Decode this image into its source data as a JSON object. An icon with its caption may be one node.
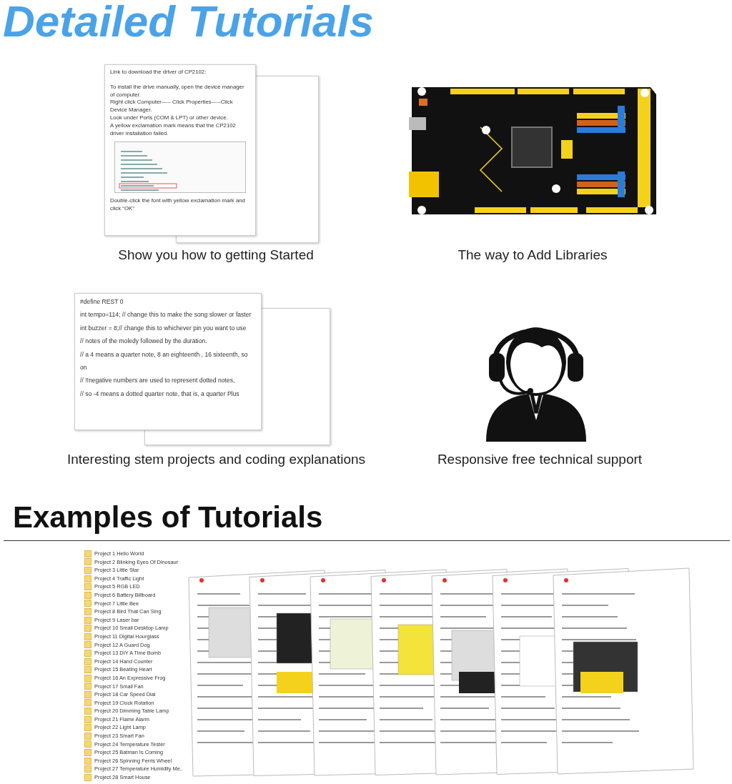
{
  "diagram": {
    "title": "Detailed Tutorials",
    "nodes": [
      {
        "text": [
          "Link to download the driver of CP2102:",
          "To install the drive manually, open the device manager of computer.",
          "Right click Computer----- Click Properties-----Click Device Manager.",
          "Look under Ports (COM & LPT) or other device.",
          "A yellow exclamation mark means that the CP2102 driver installation failed.",
          "Double-click the font with yellow exclamation mark and click “OK”"
        ]
      },
      {
        "text": [
          "#define REST 0",
          "int tempo=114; // change this to make the song slower or faster",
          "int buzzer = 8;// change this to whichever pin you want to use",
          "// notes of the moledy followed by the duration.",
          "// a 4 means a quarter note, 8 an eighteenth , 16 sixteenth, so on",
          "// !!negative numbers are used to represent dotted notes,",
          "// so -4 means a dotted quarter note, that is, a quarter Plus"
        ]
      },
      {
        "text": [
          "Project 1 Hello World",
          "Project 2 Blinking Eyes Of Dinosaur",
          "Project 3 Little Star",
          "Project 4 Traffic Light",
          "Project 5 RGB LED",
          "Project 6 Battery Billboard",
          "Project 7 Little Bee",
          "Project 8 Bird That Can Sing",
          "Project 9 Laser bar",
          "Project 10 Small Desktop Lamp",
          "Project 11 Digital Hourglass",
          "Project 12 A Guard Dog",
          "Project 13 DIY A Time Bomb",
          "Project 14 Hand Counter",
          "Project 15 Beating Heart",
          "Project 16 An Expressive Frog",
          "Project 17 Small Fan",
          "Project 18 Car Speed Dial",
          "Project 19 Clock Rotation",
          "Project 20 Dimming Table Lamp",
          "Project 21 Flame Alarm",
          "Project 22 Light Lamp",
          "Project 23 Smart Fan",
          "Project 24 Temperature Tester",
          "Project 25 Batman Is Coming",
          "Project 26 Spinning Ferris Wheel",
          "Project 27 Temperature Humidity Me..",
          "Project 28 Smart House"
        ]
      }
    ],
    "edges": [],
    "labels": [
      "Show you how to getting Started",
      "The way to Add Libraries",
      "Interesting stem projects and coding explanations",
      "Responsive free technical support",
      "Examples of Tutorials"
    ]
  }
}
